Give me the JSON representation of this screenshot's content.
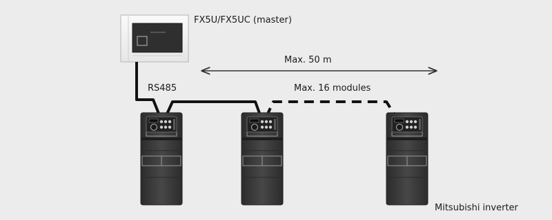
{
  "master": {
    "label": "FX5U/FX5UC (master)"
  },
  "bus": {
    "label": "RS485"
  },
  "distance": {
    "label": "Max. 50 m"
  },
  "modules": {
    "label": "Max. 16 modules"
  },
  "inverter": {
    "label": "Mitsubishi inverter"
  },
  "colors": {
    "background": "#ececec",
    "cable": "#111111",
    "plc_panel": "#2f2f2f",
    "inverter_body": "#3c3c3c"
  },
  "icons": [
    "plc-master-device",
    "inverter-device",
    "dimension-arrow"
  ]
}
